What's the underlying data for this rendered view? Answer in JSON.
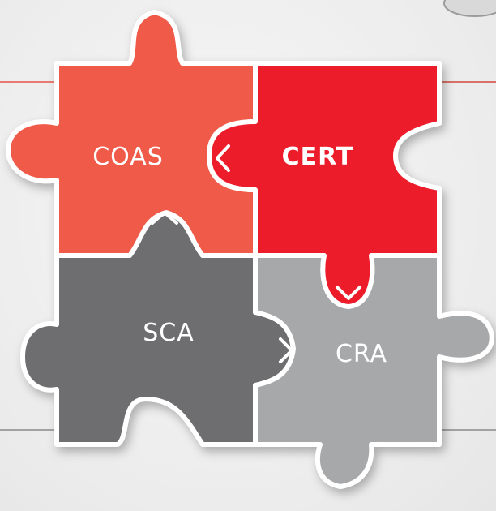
{
  "diagram": {
    "pieces": [
      {
        "id": "coas",
        "label": "COAS",
        "color": "#f05a4a"
      },
      {
        "id": "cert",
        "label": "CERT",
        "color": "#ec1c2c"
      },
      {
        "id": "sca",
        "label": "SCA",
        "color": "#6e6e70"
      },
      {
        "id": "cra",
        "label": "CRA",
        "color": "#a7a8aa"
      }
    ],
    "arrows": [
      {
        "from": "cert",
        "to": "coas",
        "direction": "left"
      },
      {
        "from": "sca",
        "to": "coas",
        "direction": "up"
      },
      {
        "from": "cert",
        "to": "cra",
        "direction": "down"
      },
      {
        "from": "sca",
        "to": "cra",
        "direction": "right"
      }
    ],
    "colors": {
      "outline": "#ffffff",
      "leader_red": "#e8554a",
      "leader_gray": "#8a8a8a",
      "background": "#efefef"
    }
  }
}
